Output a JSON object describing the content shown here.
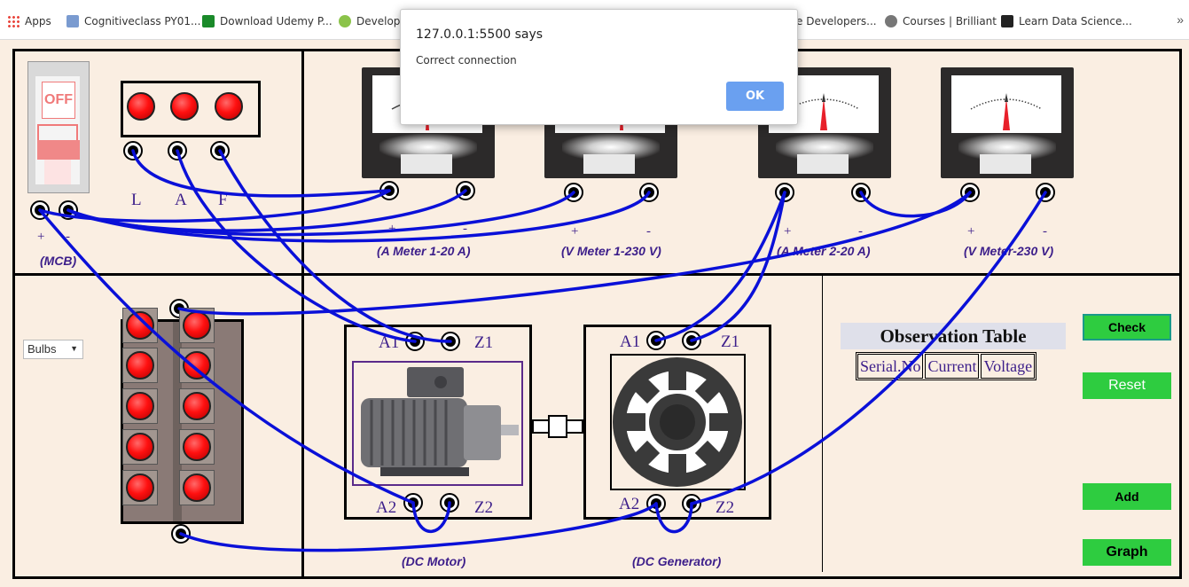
{
  "bookmarks": {
    "items": [
      {
        "label": "Apps"
      },
      {
        "label": "Cognitiveclass PY01..."
      },
      {
        "label": "Download Udemy P..."
      },
      {
        "label": "Develope"
      },
      {
        "label": "e Developers..."
      },
      {
        "label": "Courses | Brilliant"
      },
      {
        "label": "Learn Data Science..."
      }
    ],
    "more": "»"
  },
  "dialog": {
    "title": "127.0.0.1:5500 says",
    "message": "Correct connection",
    "ok_label": "OK"
  },
  "mcb": {
    "state": "OFF",
    "plus": "+",
    "minus": "-",
    "caption": "(MCB)"
  },
  "supply": {
    "labels": [
      "L",
      "A",
      "F"
    ]
  },
  "meters": [
    {
      "plus": "+",
      "minus": "-",
      "caption": "(A Meter 1-20 A)"
    },
    {
      "plus": "+",
      "minus": "-",
      "caption": "(V Meter 1-230 V)"
    },
    {
      "plus": "+",
      "minus": "-",
      "caption": "(A Meter 2-20 A)"
    },
    {
      "plus": "+",
      "minus": "-",
      "caption": "(V Meter-230 V)"
    }
  ],
  "load": {
    "select_value": "Bulbs"
  },
  "motor": {
    "a1": "A1",
    "z1": "Z1",
    "a2": "A2",
    "z2": "Z2",
    "caption": "(DC Motor)"
  },
  "generator": {
    "a1": "A1",
    "z1": "Z1",
    "a2": "A2",
    "z2": "Z2",
    "caption": "(DC Generator)"
  },
  "observation": {
    "title": "Observation Table",
    "columns": [
      "Serial.No",
      "Current",
      "Voltage"
    ]
  },
  "buttons": {
    "check": "Check",
    "reset": "Reset",
    "add": "Add",
    "graph": "Graph"
  },
  "colors": {
    "wire": "#0a10d8",
    "button": "#2ecc40",
    "label": "#3c1e8a",
    "background": "#faeee2"
  }
}
